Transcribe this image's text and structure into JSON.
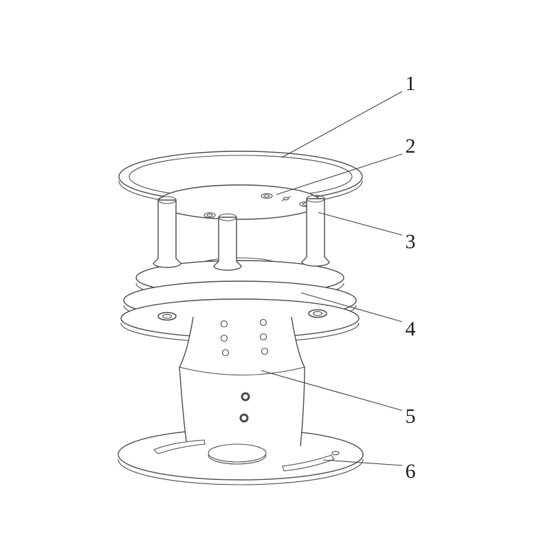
{
  "diagram": {
    "kind": "technical-line-drawing",
    "subject": "ultrasonic-wind-sensor-parts-callout",
    "colors": {
      "line": "#4a4a4a",
      "leader": "#3f3f3f",
      "label": "#1c1c1c",
      "bg": "#ffffff"
    },
    "callouts": [
      {
        "number": "1",
        "target": "top-cap"
      },
      {
        "number": "2",
        "target": "top-plate-small-hole"
      },
      {
        "number": "3",
        "target": "support-pillar"
      },
      {
        "number": "4",
        "target": "reflector-plate-stack"
      },
      {
        "number": "5",
        "target": "sensor-body"
      },
      {
        "number": "6",
        "target": "mounting-flange"
      }
    ]
  }
}
